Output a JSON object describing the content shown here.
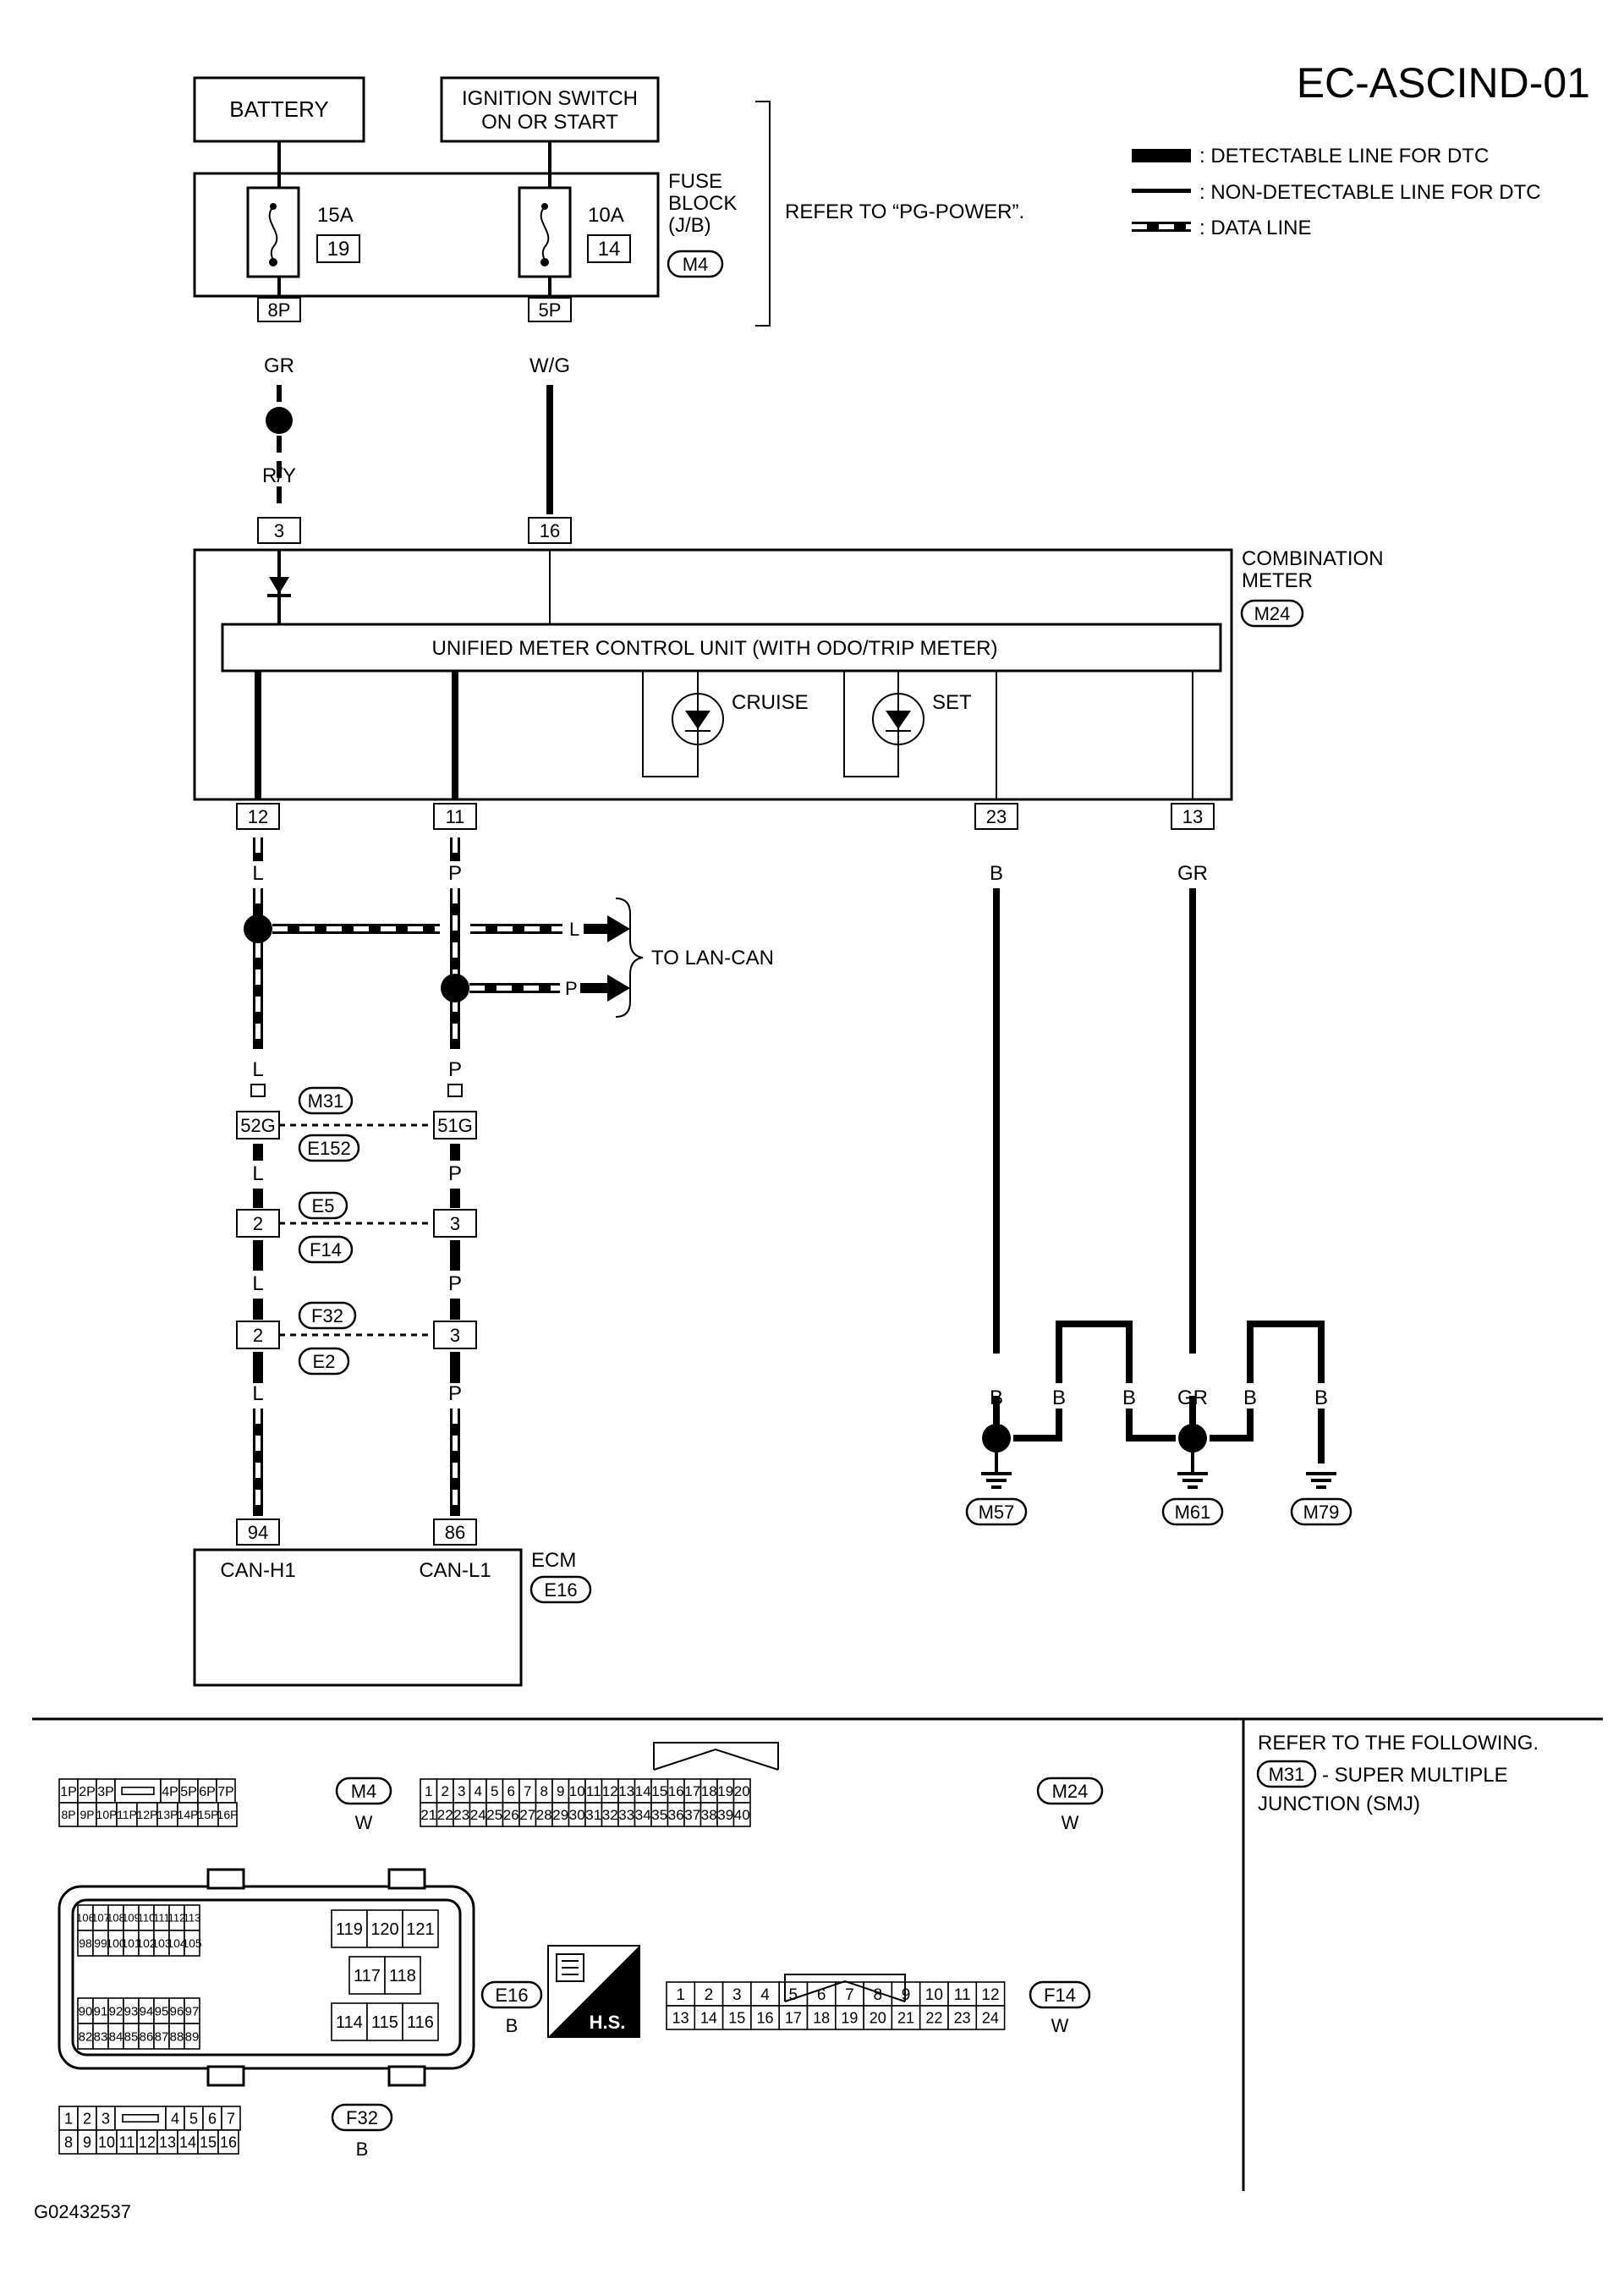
{
  "diagram_id": "EC-ASCIND-01",
  "figure_code": "G02432537",
  "legend": {
    "detectable": ": DETECTABLE LINE FOR DTC",
    "non_detectable": ": NON-DETECTABLE LINE FOR DTC",
    "data_line": ": DATA LINE"
  },
  "power": {
    "battery": "BATTERY",
    "ignition_line1": "IGNITION SWITCH",
    "ignition_line2": "ON OR START",
    "fuse_block_line1": "FUSE",
    "fuse_block_line2": "BLOCK",
    "fuse_block_line3": "(J/B)",
    "fuse_block_connector": "M4",
    "refer_note": "REFER TO “PG-POWER”.",
    "fuse1_rating": "15A",
    "fuse1_number": "19",
    "fuse1_terminal": "8P",
    "fuse2_rating": "10A",
    "fuse2_number": "14",
    "fuse2_terminal": "5P"
  },
  "wire_colors": {
    "gr": "GR",
    "wg": "W/G",
    "ry": "R/Y",
    "l": "L",
    "p": "P",
    "b": "B"
  },
  "meter": {
    "label_line1": "COMBINATION",
    "label_line2": "METER",
    "connector": "M24",
    "unit_label": "UNIFIED METER CONTROL UNIT (WITH ODO/TRIP METER)",
    "cruise": "CRUISE",
    "set": "SET",
    "pins": {
      "p3": "3",
      "p16": "16",
      "p12": "12",
      "p11": "11",
      "p23": "23",
      "p13": "13"
    }
  },
  "lan": {
    "label": "TO LAN-CAN"
  },
  "junctions": {
    "m31": "M31",
    "e152": "E152",
    "pin52g": "52G",
    "pin51g": "51G",
    "e5": "E5",
    "f14": "F14",
    "f32": "F32",
    "e2": "E2",
    "pin2": "2",
    "pin3": "3"
  },
  "grounds": {
    "m57": "M57",
    "m61": "M61",
    "m79": "M79"
  },
  "ecm": {
    "label": "ECM",
    "connector": "E16",
    "pin94": "94",
    "pin86": "86",
    "can_h": "CAN-H1",
    "can_l": "CAN-L1"
  },
  "connectors": {
    "m4_id": "M4",
    "m4_color": "W",
    "m4_row1": [
      "1P",
      "2P",
      "3P",
      "",
      "4P",
      "5P",
      "6P",
      "7P"
    ],
    "m4_row2": [
      "8P",
      "9P",
      "10P",
      "11P",
      "12P",
      "13P",
      "14P",
      "15P",
      "16P"
    ],
    "m24_id": "M24",
    "m24_color": "W",
    "m24_row1": [
      "1",
      "2",
      "3",
      "4",
      "5",
      "6",
      "7",
      "8",
      "9",
      "10",
      "11",
      "12",
      "13",
      "14",
      "15",
      "16",
      "17",
      "18",
      "19",
      "20"
    ],
    "m24_row2": [
      "21",
      "22",
      "23",
      "24",
      "25",
      "26",
      "27",
      "28",
      "29",
      "30",
      "31",
      "32",
      "33",
      "34",
      "35",
      "36",
      "37",
      "38",
      "39",
      "40"
    ],
    "e16_id": "E16",
    "e16_color": "B",
    "e16_row1": [
      "106",
      "107",
      "108",
      "109",
      "110",
      "111",
      "112",
      "113"
    ],
    "e16_row2": [
      "98",
      "99",
      "100",
      "101",
      "102",
      "103",
      "104",
      "105"
    ],
    "e16_row3": [
      "90",
      "91",
      "92",
      "93",
      "94",
      "95",
      "96",
      "97"
    ],
    "e16_row4": [
      "82",
      "83",
      "84",
      "85",
      "86",
      "87",
      "88",
      "89"
    ],
    "e16_big1": [
      "119",
      "120",
      "121"
    ],
    "e16_big2": [
      "117",
      "118"
    ],
    "e16_big3": [
      "114",
      "115",
      "116"
    ],
    "hs_label": "H.S.",
    "f14_id": "F14",
    "f14_color": "W",
    "f14_row1": [
      "1",
      "2",
      "3",
      "4",
      "5",
      "6",
      "7",
      "8",
      "9",
      "10",
      "11",
      "12"
    ],
    "f14_row2": [
      "13",
      "14",
      "15",
      "16",
      "17",
      "18",
      "19",
      "20",
      "21",
      "22",
      "23",
      "24"
    ],
    "f32_id": "F32",
    "f32_color": "B",
    "f32_row1": [
      "1",
      "2",
      "3",
      "",
      "4",
      "5",
      "6",
      "7"
    ],
    "f32_row2": [
      "8",
      "9",
      "10",
      "11",
      "12",
      "13",
      "14",
      "15",
      "16"
    ]
  },
  "refer_box": {
    "line1": "REFER TO THE FOLLOWING.",
    "connector": "M31",
    "line2": "- SUPER MULTIPLE",
    "line3": "JUNCTION (SMJ)"
  }
}
